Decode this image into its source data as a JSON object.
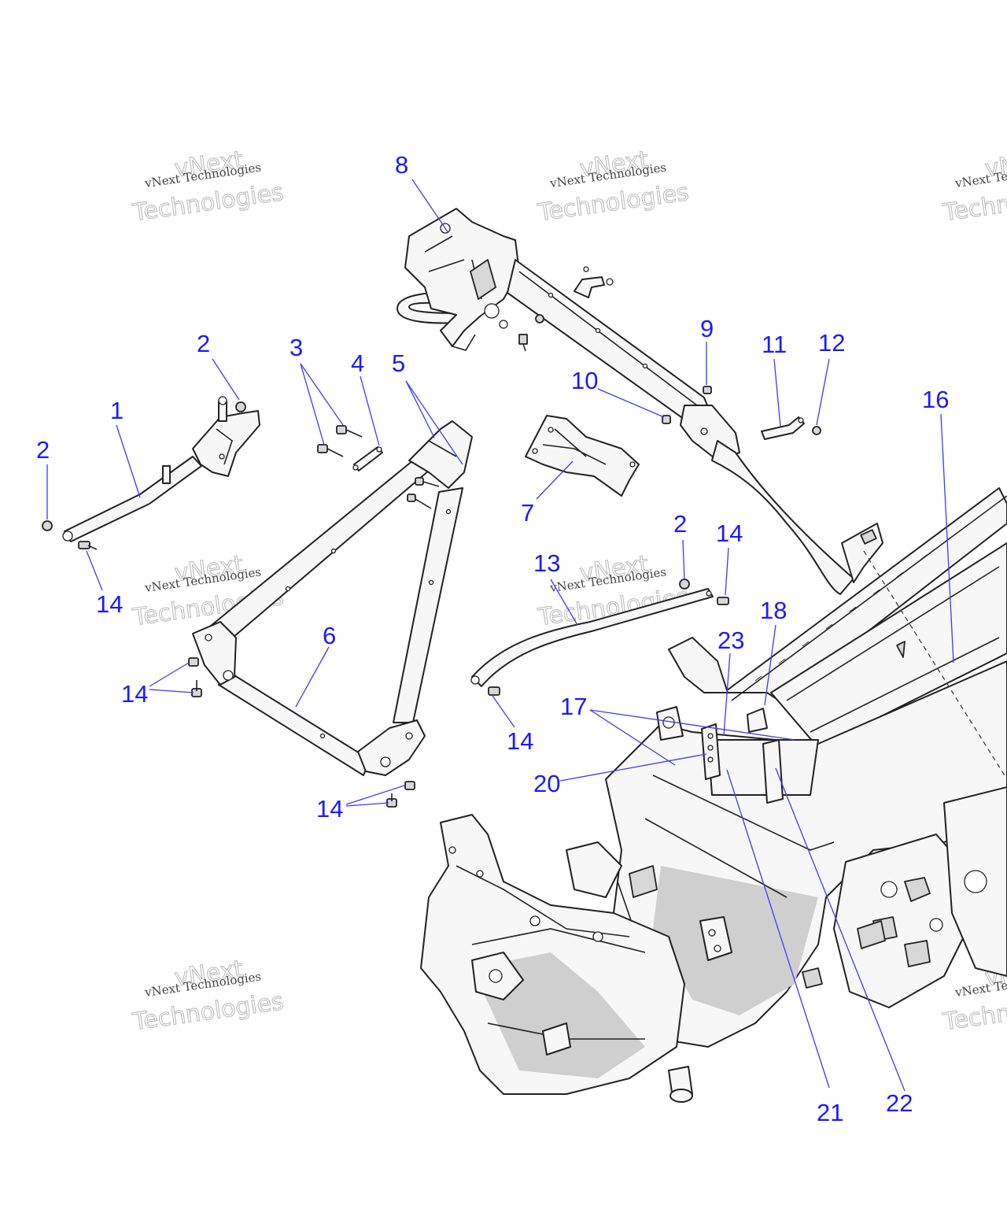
{
  "watermark": {
    "line1": "vNext Technologies",
    "line2": "vNext",
    "line3": "Technologies"
  },
  "callouts": {
    "c1": "1",
    "c2a": "2",
    "c2b": "2",
    "c2c": "2",
    "c3": "3",
    "c4": "4",
    "c5": "5",
    "c6": "6",
    "c7": "7",
    "c8": "8",
    "c9": "9",
    "c10": "10",
    "c11": "11",
    "c12": "12",
    "c13": "13",
    "c14a": "14",
    "c14b": "14",
    "c14c": "14",
    "c14d": "14",
    "c14e": "14",
    "c16": "16",
    "c17": "17",
    "c18": "18",
    "c20": "20",
    "c21": "21",
    "c22": "22",
    "c23": "23"
  },
  "colors": {
    "callout": "#1a1aff",
    "line": "#222222",
    "shade": "#cfcfcf"
  }
}
